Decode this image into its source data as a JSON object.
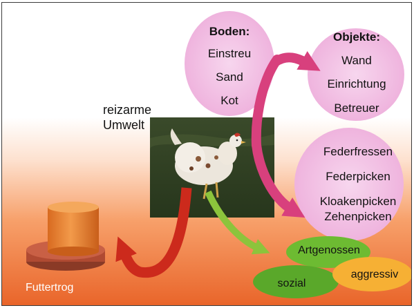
{
  "labels": {
    "environment": [
      "reizarme",
      "Umwelt"
    ],
    "feeder": "Futtertrog"
  },
  "soil": {
    "title": "Boden:",
    "items": [
      "Einstreu",
      "Sand",
      "Kot"
    ]
  },
  "objects": {
    "title": "Objekte:",
    "items": [
      "Wand",
      "Einrichtung",
      "Betreuer"
    ]
  },
  "behaviors": [
    "Federfressen",
    "Federpicken",
    "Kloakenpicken",
    "Zehenpicken"
  ],
  "social": {
    "peers": "Artgenossen",
    "social": "sozial",
    "aggressive": "aggressiv"
  },
  "colors": {
    "pink_bubble": "#f3c2e6",
    "magenta_arrow": "#d8407d",
    "red_arrow": "#cc2a1c",
    "green_arrow": "#8cc43c",
    "green_bubble": "#6dbb32",
    "orange_bubble": "#f6b034",
    "trough": "#e07a2c"
  }
}
